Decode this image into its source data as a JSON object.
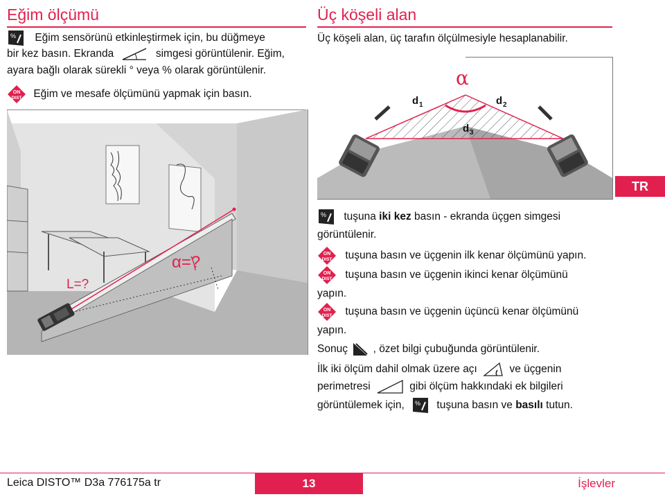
{
  "left": {
    "title": "Eğim ölçümü",
    "para1_a": "Eğim sensörünü etkinleştirmek için, bu düğmeye",
    "para1_b": "bir kez basın. Ekranda",
    "para1_c": "simgesi görüntülenir. Eğim,",
    "para1_d": "ayara bağlı olarak sürekli ° veya % olarak görüntülenir.",
    "para2": "Eğim ve mesafe ölçümünü yapmak için basın.",
    "fig_label_alpha": "α=?",
    "fig_label_L": "L=?"
  },
  "right": {
    "title": "Üç köşeli alan",
    "intro": "Üç köşeli alan, üç tarafın ölçülmesiyle hesaplanabilir.",
    "fig_alpha": "α",
    "fig_d1": "d",
    "fig_d1_sub": "1",
    "fig_d2": "d",
    "fig_d2_sub": "2",
    "fig_d3": "d",
    "fig_d3_sub": "3",
    "step1_a": "tuşuna",
    "step1_bold": "iki kez",
    "step1_b": "basın - ekranda üçgen simgesi",
    "step1_c": "görüntülenir.",
    "step2": "tuşuna basın ve üçgenin ilk kenar ölçümünü yapın.",
    "step3_a": "tuşuna basın ve üçgenin ikinci kenar ölçümünü",
    "step3_b": "yapın.",
    "step4_a": "tuşuna basın ve üçgenin üçüncü kenar ölçümünü",
    "step4_b": "yapın.",
    "result_a": "Sonuç",
    "result_b": ", özet bilgi çubuğunda görüntülenir.",
    "info_a": "İlk iki ölçüm dahil olmak üzere açı",
    "info_b": "ve üçgenin",
    "info_c": "perimetresi",
    "info_d": "gibi ölçüm hakkındaki ek bilgileri",
    "info_e": "görüntülemek için,",
    "info_f": "tuşuna basın ve",
    "info_bold": "basılı",
    "info_g": "tutun."
  },
  "button_on_top": "ON",
  "button_on_bottom": "DIST",
  "button_pct": "%",
  "lang_tab": "TR",
  "footer": {
    "left": "Leica DISTO™ D3a 776175a tr",
    "page": "13",
    "right": "İşlevler"
  },
  "colors": {
    "accent": "#e2204f"
  }
}
